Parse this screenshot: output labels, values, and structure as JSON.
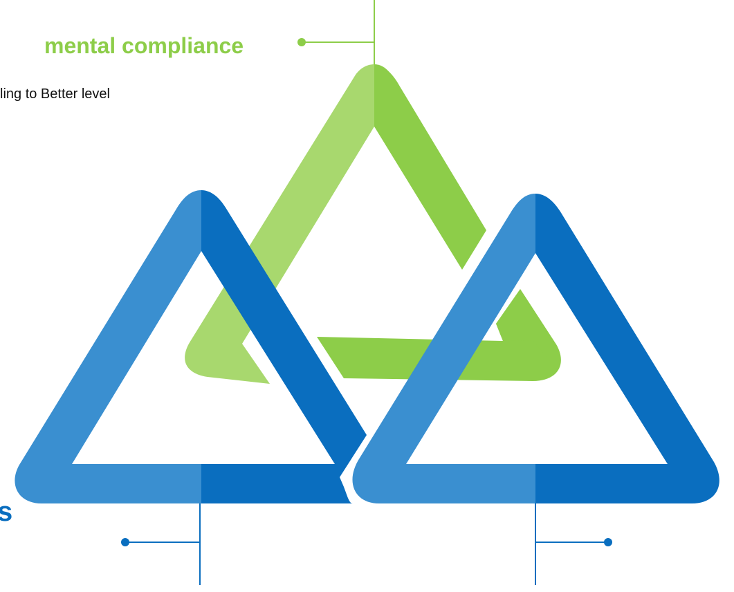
{
  "colors": {
    "green_light": "#a8d86e",
    "green_dark": "#8dcd49",
    "blue_light": "#3a8fd0",
    "blue_dark": "#0a6ebf",
    "green_text": "#8dcd49",
    "blue_text": "#0a6ebf",
    "connector_green": "#8dcd49",
    "connector_blue": "#0a6ebf"
  },
  "labels": {
    "green_title": "mental compliance",
    "green_subtitle": "ling to Better level",
    "left_blue_title": "s"
  },
  "icons": {
    "top_marker": "dot-connector-icon",
    "bottom_left_marker": "dot-connector-icon",
    "bottom_right_marker": "dot-connector-icon"
  }
}
